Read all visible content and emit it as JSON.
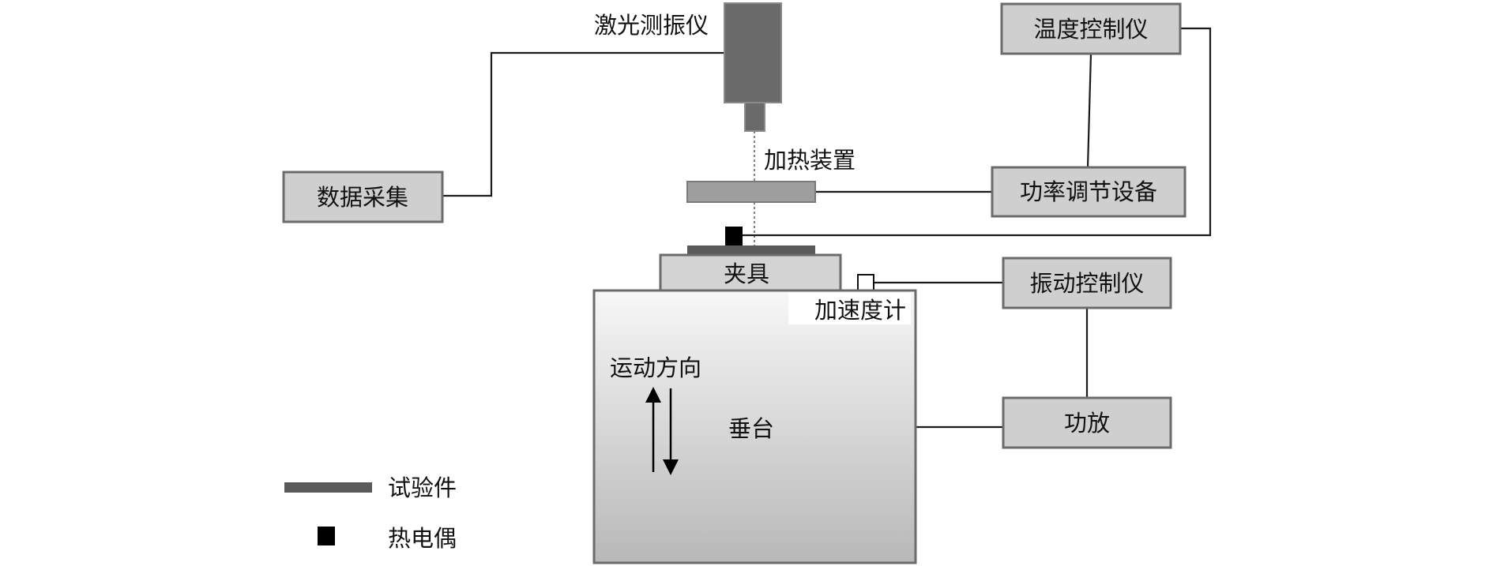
{
  "components": {
    "laser_vibrometer": "激光测振仪",
    "temperature_controller": "温度控制仪",
    "data_acquisition": "数据采集",
    "heating_device": "加热装置",
    "power_regulator": "功率调节设备",
    "fixture": "夹具",
    "vibration_controller": "振动控制仪",
    "accelerometer": "加速度计",
    "motion_direction": "运动方向",
    "shaker_table": "垂台",
    "power_amplifier": "功放"
  },
  "legend": {
    "specimen": "试验件",
    "thermocouple": "热电偶"
  },
  "colors": {
    "box_fill": "#cfcfcf",
    "box_stroke": "#6b6b6b",
    "vibrometer_body": "#6a6a6a",
    "specimen": "#5a5a5a",
    "thermocouple": "#000000",
    "heater": "#9e9e9e",
    "table_gradient_top": "#f7f7f7",
    "table_gradient_bottom": "#b8b8b8"
  }
}
